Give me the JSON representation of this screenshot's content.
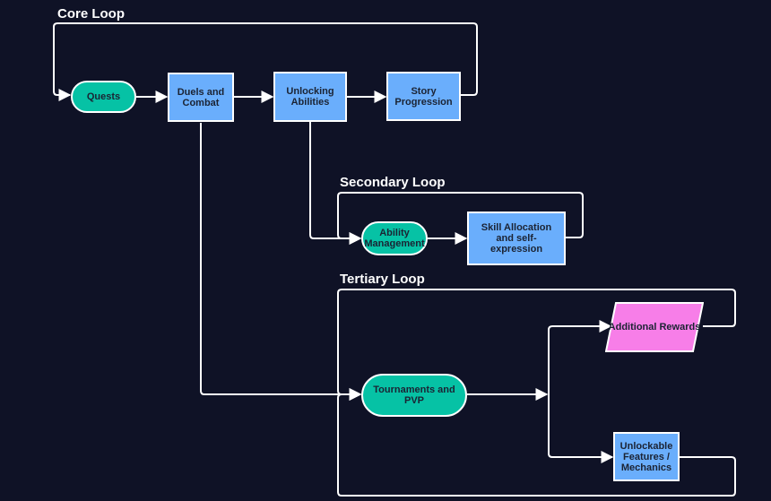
{
  "loops": {
    "core": "Core Loop",
    "secondary": "Secondary Loop",
    "tertiary": "Tertiary Loop"
  },
  "nodes": {
    "quests": "Quests",
    "duels": "Duels and Combat",
    "unlocking": "Unlocking Abilities",
    "story": "Story Progression",
    "ability_mgmt": "Ability Management",
    "skill_alloc": "Skill Allocation and self-expression",
    "tournaments": "Tournaments and PVP",
    "rewards": "Additional Rewards",
    "unlockable": "Unlockable Features / Mechanics"
  },
  "colors": {
    "background": "#0f1226",
    "process_box": "#6aaefc",
    "terminal_pill": "#06c2a5",
    "reward_parallelogram": "#f77ee8",
    "connector": "#ffffff"
  }
}
